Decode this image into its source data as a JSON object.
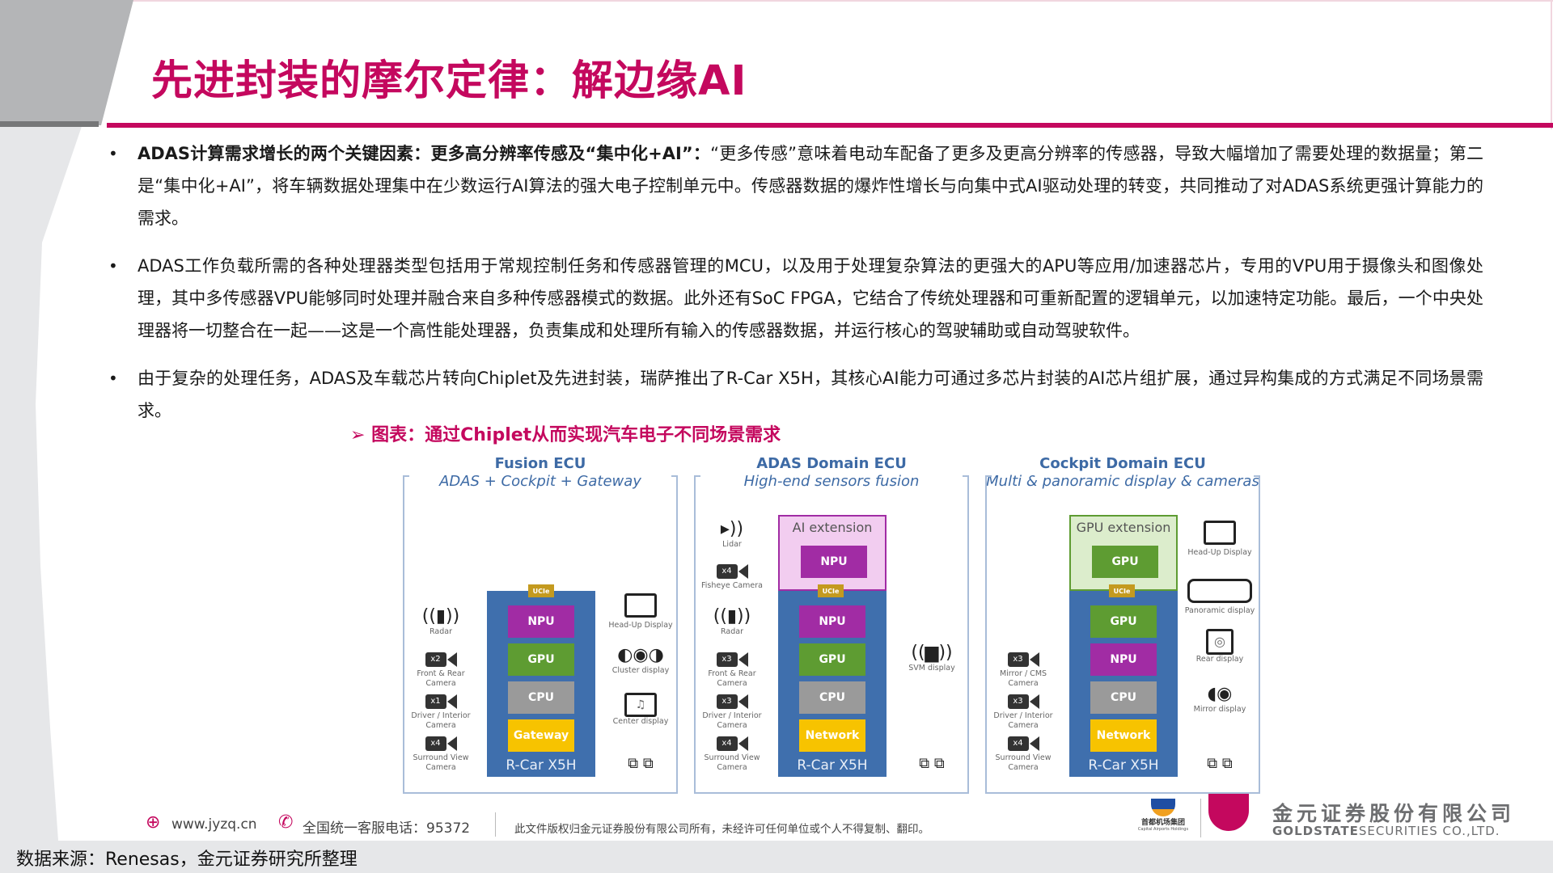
{
  "header": {
    "title": "先进封装的摩尔定律：解边缘AI"
  },
  "bullets": [
    {
      "bold": "ADAS计算需求增长的两个关键因素：更多高分辨率传感及“集中化+AI”：",
      "text": "“更多传感”意味着电动车配备了更多及更高分辨率的传感器，导致大幅增加了需要处理的数据量；第二是“集中化+AI”，将车辆数据处理集中在少数运行AI算法的强大电子控制单元中。传感器数据的爆炸性增长与向集中式AI驱动处理的转变，共同推动了对ADAS系统更强计算能力的需求。"
    },
    {
      "bold": "",
      "text": "ADAS工作负载所需的各种处理器类型包括用于常规控制任务和传感器管理的MCU，以及用于处理复杂算法的更强大的APU等应用/加速器芯片，专用的VPU用于摄像头和图像处理，其中多传感器VPU能够同时处理并融合来自多种传感器模式的数据。此外还有SoC FPGA，它结合了传统处理器和可重新配置的逻辑单元，以加速特定功能。最后，一个中央处理器将一切整合在一起——这是一个高性能处理器，负责集成和处理所有输入的传感器数据，并运行核心的驾驶辅助或自动驾驶软件。"
    },
    {
      "bold": "",
      "text": "由于复杂的处理任务，ADAS及车载芯片转向Chiplet及先进封装，瑞萨推出了R-Car X5H，其核心AI能力可通过多芯片封装的AI芯片组扩展，通过异构集成的方式满足不同场景需求。"
    }
  ],
  "figure": {
    "caption": "➢ 图表：通过Chiplet从而实现汽车电子不同场景需求",
    "panels": [
      {
        "title": "Fusion ECU",
        "subtitle": "ADAS + Cockpit + Gateway",
        "soc_label": "R-Car X5H",
        "ucie": "UCIe",
        "chips": [
          "NPU",
          "GPU",
          "CPU",
          "Gateway"
        ],
        "extension": null,
        "sensors": [
          {
            "icon": "radar-icon",
            "label": "Radar",
            "count": ""
          },
          {
            "icon": "camera-icon",
            "label": "Front & Rear Camera",
            "count": "x2"
          },
          {
            "icon": "camera-icon",
            "label": "Driver / Interior Camera",
            "count": "x1"
          },
          {
            "icon": "camera-icon",
            "label": "Surround View Camera",
            "count": "x4"
          }
        ],
        "outputs": [
          {
            "icon": "hud-icon",
            "label": "Head-Up Display"
          },
          {
            "icon": "gauge-icon",
            "label": "Cluster display"
          },
          {
            "icon": "music-display-icon",
            "label": "Center display"
          },
          {
            "icon": "network-icon",
            "label": ""
          }
        ]
      },
      {
        "title": "ADAS Domain ECU",
        "subtitle": "High-end sensors fusion",
        "soc_label": "R-Car X5H",
        "ucie": "UCIe",
        "chips": [
          "NPU",
          "GPU",
          "CPU",
          "Network"
        ],
        "extension": {
          "title": "AI extension",
          "chip": "NPU",
          "color": "#a12ca4",
          "bg": "#f2cdf0"
        },
        "sensors": [
          {
            "icon": "lidar-icon",
            "label": "Lidar",
            "count": ""
          },
          {
            "icon": "camera-icon",
            "label": "Fisheye Camera",
            "count": "x4"
          },
          {
            "icon": "radar-icon",
            "label": "Radar",
            "count": ""
          },
          {
            "icon": "camera-icon",
            "label": "Front & Rear Camera",
            "count": "x3"
          },
          {
            "icon": "camera-icon",
            "label": "Driver / Interior Camera",
            "count": "x3"
          },
          {
            "icon": "camera-icon",
            "label": "Surround View Camera",
            "count": "x4"
          }
        ],
        "outputs": [
          {
            "icon": "car-sensing-icon",
            "label": "SVM display"
          },
          {
            "icon": "network-icon",
            "label": ""
          }
        ]
      },
      {
        "title": "Cockpit Domain ECU",
        "subtitle": "Multi & panoramic display & cameras",
        "soc_label": "R-Car X5H",
        "ucie": "UCIe",
        "chips": [
          "GPU",
          "NPU",
          "CPU",
          "Network"
        ],
        "extension": {
          "title": "GPU extension",
          "chip": "GPU",
          "color": "#5e9c32",
          "bg": "#dcedcc"
        },
        "sensors": [
          {
            "icon": "camera-icon",
            "label": "Mirror / CMS Camera",
            "count": "x3"
          },
          {
            "icon": "camera-icon",
            "label": "Driver / Interior Camera",
            "count": "x3"
          },
          {
            "icon": "camera-icon",
            "label": "Surround View Camera",
            "count": "x4"
          }
        ],
        "outputs": [
          {
            "icon": "hud-icon",
            "label": "Head-Up Display"
          },
          {
            "icon": "panoramic-display-icon",
            "label": "Panoramic display"
          },
          {
            "icon": "touch-screen-icon",
            "label": "Rear display"
          },
          {
            "icon": "mirror-icon",
            "label": "Mirror display"
          },
          {
            "icon": "network-icon",
            "label": ""
          }
        ]
      }
    ]
  },
  "footer": {
    "website": "www.jyzq.cn",
    "hotline": "全国统一客服电话：95372",
    "copyright": "此文件版权归金元证券股份有限公司所有，未经许可任何单位或个人不得复制、翻印。",
    "partner_logo_cn": "首都机场集团",
    "partner_logo_en": "Capital Airports Holdings",
    "company_cn": "金元证券股份有限公司",
    "company_en_bold": "GOLDSTATE",
    "company_en_rest": "SECURITIES  CO.,LTD."
  },
  "source": "数据来源：Renesas，金元证券研究所整理",
  "colors": {
    "accent": "#c4085e",
    "diagram_blue": "#3f6fad",
    "npu": "#a12ca4",
    "gpu": "#5e9c32",
    "cpu": "#9a9a9a",
    "gateway": "#f7c300",
    "ucie": "#c49a1f"
  }
}
